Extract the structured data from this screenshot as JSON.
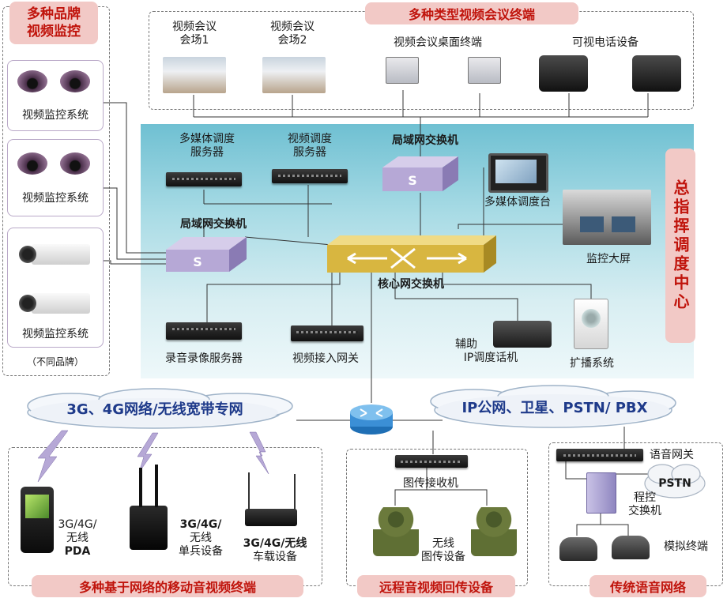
{
  "brand_monitor": {
    "title_line1": "多种品牌",
    "title_line2": "视频监控",
    "system_label": "视频监控系统",
    "footnote": "（不同品牌）"
  },
  "vc_terminals": {
    "title": "多种类型视频会议终端",
    "venue1_line1": "视频会议",
    "venue1_line2": "会场1",
    "venue2_line1": "视频会议",
    "venue2_line2": "会场2",
    "desktop": "视频会议桌面终端",
    "videophone": "可视电话设备"
  },
  "command_center": {
    "title": "总指挥调度中心",
    "mm_server_line1": "多媒体调度",
    "mm_server_line2": "服务器",
    "video_server_line1": "视频调度",
    "video_server_line2": "服务器",
    "lan_switch_top": "局域网交换机",
    "lan_switch_left": "局域网交换机",
    "mm_console": "多媒体调度台",
    "big_screen": "监控大屏",
    "core_switch": "核心网交换机",
    "recording_server": "录音录像服务器",
    "video_gateway": "视频接入网关",
    "ip_phone_line1": "辅助",
    "ip_phone_line2": "IP调度话机",
    "broadcast": "扩播系统"
  },
  "networks": {
    "wireless": "3G、4G网络/无线宽带专网",
    "public": "IP公网、卫星、PSTN/ PBX"
  },
  "mobile": {
    "title": "多种基于网络的移动音视频终端",
    "pda_line1": "3G/4G/",
    "pda_line2": "无线",
    "pda_line3": "PDA",
    "soldier_line1": "3G/4G/",
    "soldier_line2": "无线",
    "soldier_line3": "单兵设备",
    "vehicle_line1": "3G/4G/无线",
    "vehicle_line2": "车载设备"
  },
  "remote": {
    "title": "远程音视频回传设备",
    "receiver": "图传接收机",
    "device_line1": "无线",
    "device_line2": "图传设备"
  },
  "voice": {
    "title": "传统语音网络",
    "gateway": "语音网关",
    "pstn": "PSTN",
    "pbx_line1": "程控",
    "pbx_line2": "交换机",
    "analog": "模拟终端"
  },
  "colors": {
    "title_red": "#c0140c",
    "pill_bg": "#f2c9c6",
    "network_blue": "#1e3a8a",
    "core_gold": "#d8b640",
    "switch_purple": "#b6a8d6",
    "center_teal": "#9ad3df"
  }
}
